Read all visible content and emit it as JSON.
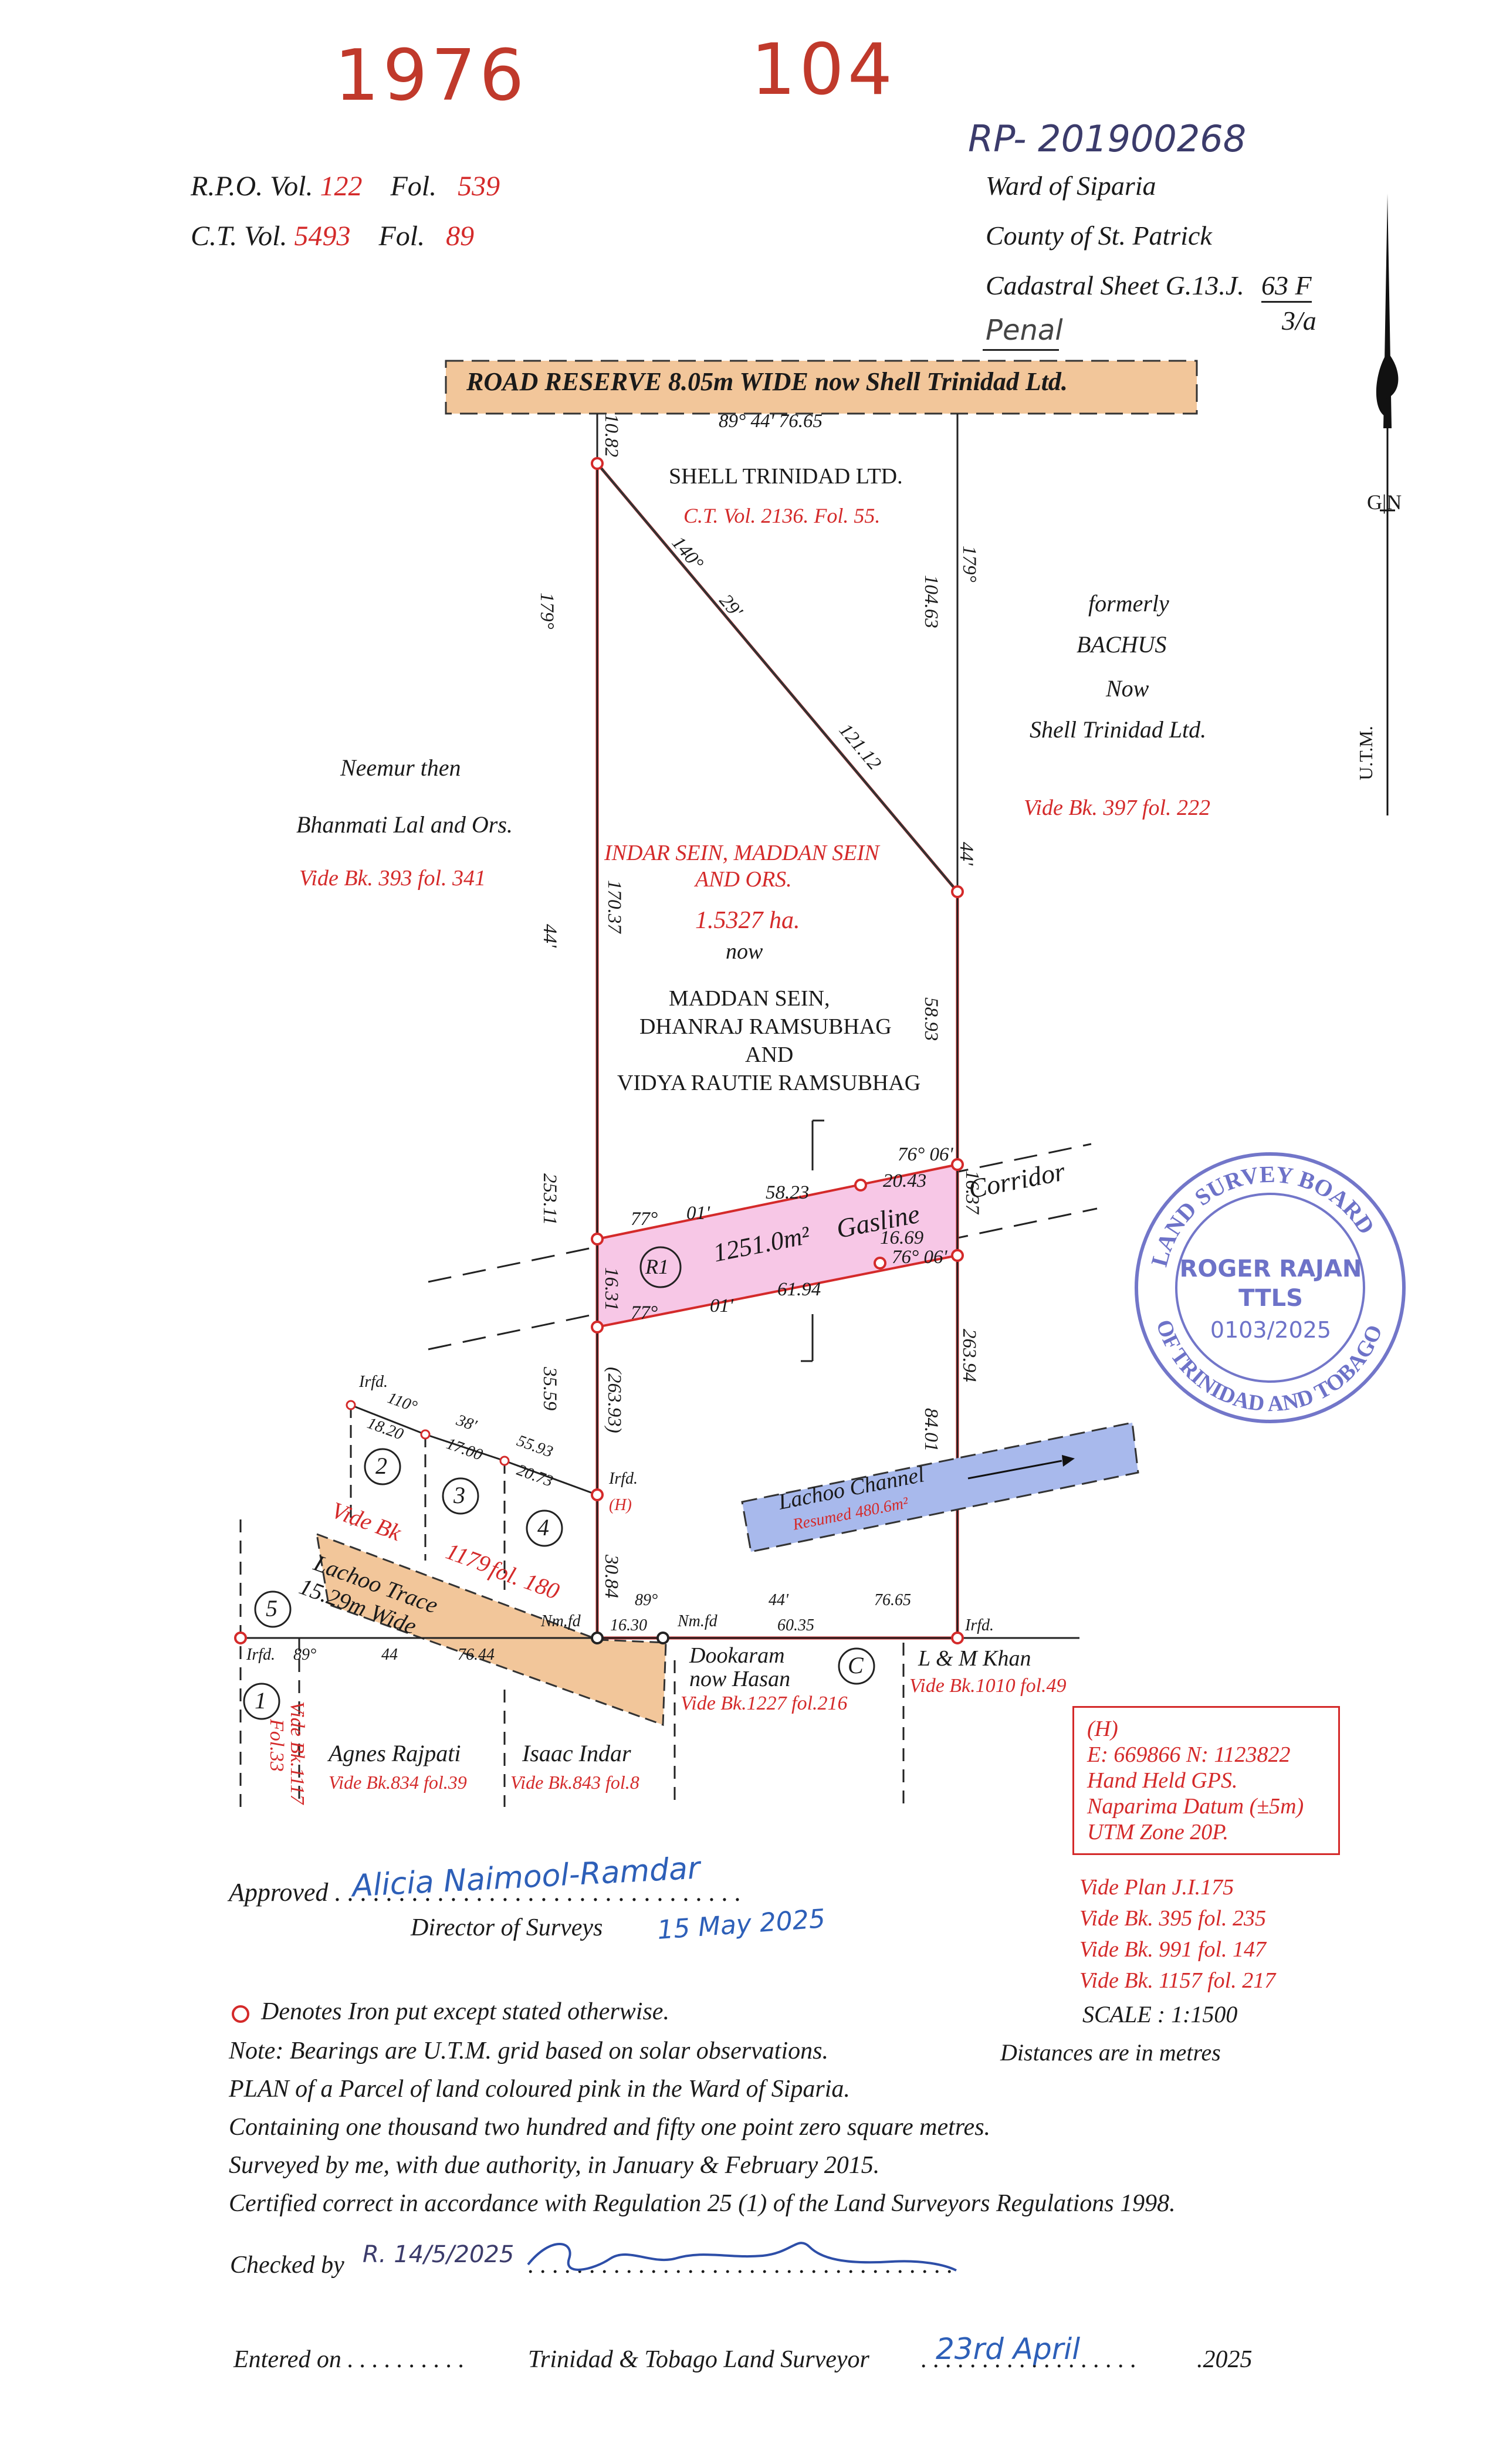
{
  "header": {
    "number_left": "1976",
    "number_right": "104",
    "rp_number": "RP- 201900268",
    "rpo_label": "R.P.O. Vol.",
    "rpo_vol": "122",
    "rpo_fol_label": "Fol.",
    "rpo_fol": "539",
    "ct_label": "C.T. Vol.",
    "ct_vol": "5493",
    "ct_fol_label": "Fol.",
    "ct_fol": "89",
    "ward": "Ward of Siparia",
    "county": "County of St. Patrick",
    "cadastral": "Cadastral Sheet G.13.J.",
    "cadastral_num": "63 F",
    "cadastral_sub": "3/a",
    "area_name": "Penal"
  },
  "north": {
    "gn": "G|N",
    "utm": "U.T.M."
  },
  "road": {
    "label": "ROAD  RESERVE  8.05m  WIDE  now  Shell  Trinidad  Ltd."
  },
  "parcels": {
    "shell_title": "SHELL TRINIDAD LTD.",
    "shell_ct": "C.T. Vol. 2136. Fol. 55.",
    "main_owner_1": "INDAR SEIN, MADDAN SEIN",
    "main_owner_2": "AND ORS.",
    "main_area": "1.5327 ha.",
    "main_now": "now",
    "new_owner_1": "MADDAN SEIN,",
    "new_owner_2": "DHANRAJ RAMSUBHAG",
    "new_owner_3": "AND",
    "new_owner_4": "VIDYA RAUTIE RAMSUBHAG",
    "west_1": "Neemur then",
    "west_2": "Bhanmati Lal and Ors.",
    "west_ref": "Vide Bk. 393 fol. 341",
    "east_1": "formerly",
    "east_2": "BACHUS",
    "east_3": "Now",
    "east_4": "Shell Trinidad Ltd.",
    "east_ref": "Vide Bk. 397 fol. 222",
    "r1": "R1",
    "r1_area": "1251.0m²",
    "gasline": "Gasline",
    "corridor": "Corridor",
    "lachoo_channel": "Lachoo Channel",
    "lachoo_resumed": "Resumed 480.6m²",
    "lachoo_trace_1": "Lachoo Trace",
    "lachoo_trace_2": "15.29m Wide",
    "vide_lots": "Vide Bk",
    "vide_lots_2": "1179",
    "vide_lots_3": "fol. 180",
    "dookaram_1": "Dookaram",
    "dookaram_2": "now Hasan",
    "dookaram_ref": "Vide Bk.1227 fol.216",
    "lm_khan": "L & M Khan",
    "lm_khan_ref": "Vide Bk.1010 fol.49",
    "agnes": "Agnes Rajpati",
    "agnes_ref": "Vide Bk.834 fol.39",
    "isaac": "Isaac Indar",
    "isaac_ref": "Vide Bk.843 fol.8",
    "lot1_ref": "Vide Bk.1117",
    "lot1_ref2": "Fol.33"
  },
  "dimensions": {
    "top": "89° 44' 76.65",
    "d1082": "10.82",
    "d179a": "179°",
    "d179b": "179°",
    "d10463": "104.63",
    "bearing_140": "140°",
    "bearing_29": "29'",
    "d12112": "121.12",
    "d44a": "44'",
    "d44b": "44'",
    "d17037": "170.37",
    "d5893": "58.93",
    "d25311": "253.11",
    "d7606a": "76° 06'",
    "d2043": "20.43",
    "d1637": "16.37",
    "d77a": "77°",
    "d01a": "01'",
    "d5823": "58.23",
    "d1669": "16.69",
    "d7606b": "76° 06'",
    "d1631": "16.31",
    "d77b": "77°",
    "d01b": "01'",
    "d6194": "61.94",
    "d3559": "35.59",
    "d26393": "(263.93)",
    "d26394": "263.94",
    "d8401": "84.01",
    "d3084": "30.84",
    "irfd1": "Irfd.",
    "d110": "110°",
    "d1820": "18.20",
    "d38": "38'",
    "d1700": "17.00",
    "d5593": "55.93",
    "d2073": "20.73",
    "irfd2": "Irfd.",
    "h_mark": "(H)",
    "d89a": "89°",
    "nmfd1": "Nm.fd",
    "d1630": "16.30",
    "nmfd2": "Nm.fd",
    "d44c": "44'",
    "d6035": "60.35",
    "d7665": "76.65",
    "irfd3": "Irfd.",
    "irfd4": "Irfd.",
    "d89b": "89°",
    "d44d": "44",
    "d7644": "76.44",
    "lot1": "1",
    "lot2": "2",
    "lot3": "3",
    "lot4": "4",
    "lot5": "5",
    "c_mark": "C"
  },
  "gps_box": {
    "line1": "(H)",
    "line2": "E: 669866  N: 1123822",
    "line3": "Hand Held GPS.",
    "line4": "Naparima Datum (±5m)",
    "line5": "UTM  Zone  20P."
  },
  "refs": {
    "r1": "Vide Plan J.I.175",
    "r2": "Vide Bk. 395   fol. 235",
    "r3": "Vide Bk. 991   fol. 147",
    "r4": "Vide Bk. 1157 fol. 217"
  },
  "seal": {
    "ring_top": "LAND SURVEY BOARD",
    "ring_bottom": "OF TRINIDAD AND TOBAGO",
    "name": "ROGER RAJAN",
    "ttls": "TTLS",
    "number": "0103/2025"
  },
  "footer": {
    "approved_label": "Approved",
    "approved_sig": "Alicia Naimool-Ramdar",
    "director": "Director of Surveys",
    "approved_date": "15 May 2025",
    "scale": "SCALE : 1:1500",
    "distances": "Distances are in metres",
    "iron": "Denotes Iron put except stated otherwise.",
    "note": "Note: Bearings are U.T.M. grid based on solar observations.",
    "plan": "PLAN of a Parcel of land coloured pink in the Ward of Siparia.",
    "containing": "Containing one thousand two hundred and fifty one point zero square metres.",
    "surveyed": "Surveyed by me, with due authority, in January & February 2015.",
    "certified": "Certified correct in accordance with Regulation 25 (1) of the Land Surveyors Regulations 1998.",
    "checked": "Checked by",
    "checked_date": "R. 14/5/2025",
    "entered": "Entered on . . . . . . . . . .",
    "tt_surveyor": "Trinidad & Tobago  Land Surveyor",
    "surveyor_date": "23rd April",
    "year": ".2025"
  }
}
